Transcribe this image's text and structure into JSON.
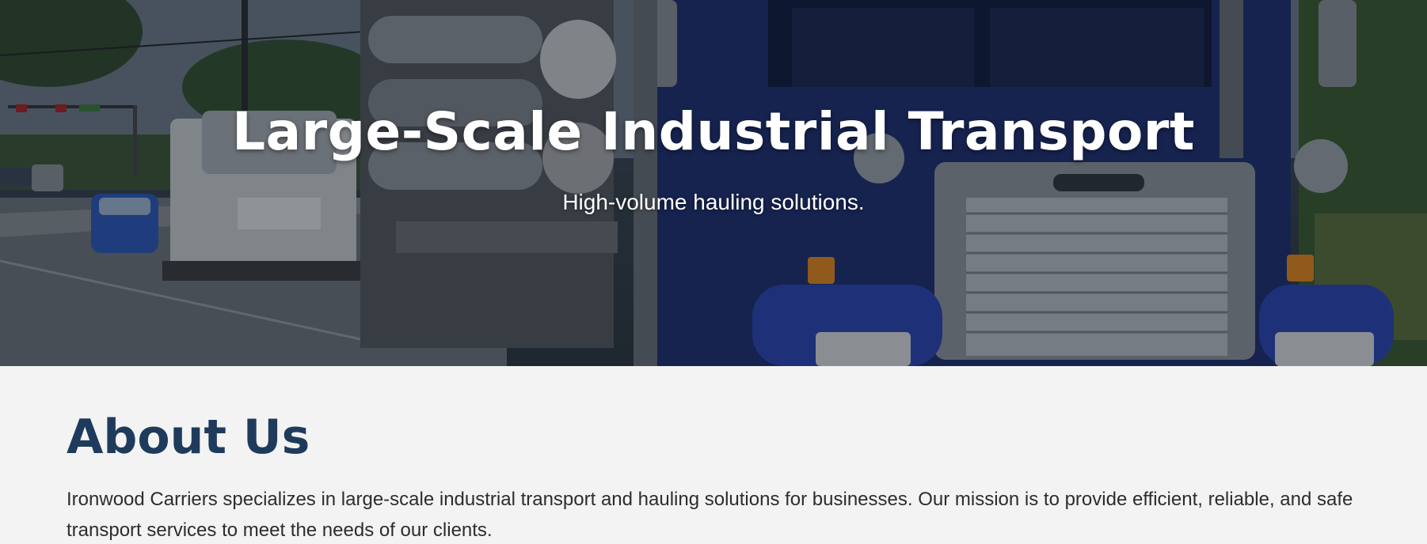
{
  "hero": {
    "title": "Large-Scale Industrial Transport",
    "subtitle": "High-volume hauling solutions.",
    "image_alt": "Blue freight truck hauling on a highway"
  },
  "about": {
    "title": "About Us",
    "text": "Ironwood Carriers specializes in large-scale industrial transport and hauling solutions for businesses. Our mission is to provide efficient, reliable, and safe transport services to meet the needs of our clients."
  },
  "colors": {
    "heading": "#1f3b5c",
    "body_text": "#2d2d2d",
    "background": "#f3f3f3",
    "truck_blue": "#1f3f9a"
  }
}
